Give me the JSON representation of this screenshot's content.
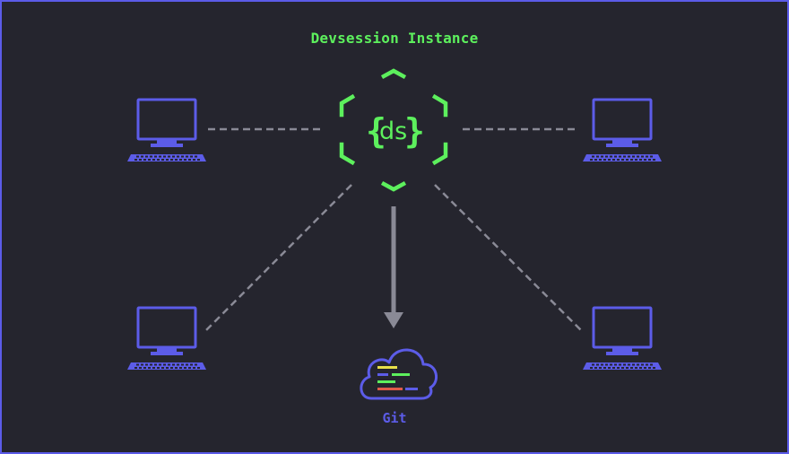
{
  "instance": {
    "title": "Devsession Instance",
    "logo_text": "ds",
    "logo_brace_open": "{",
    "logo_brace_close": "}",
    "icon": "hexagon-logo-icon"
  },
  "git": {
    "label": "Git",
    "icon": "cloud-code-icon"
  },
  "clients": [
    {
      "icon": "desktop-computer-icon",
      "position": "top-left"
    },
    {
      "icon": "desktop-computer-icon",
      "position": "top-right"
    },
    {
      "icon": "desktop-computer-icon",
      "position": "bottom-left"
    },
    {
      "icon": "desktop-computer-icon",
      "position": "bottom-right"
    }
  ],
  "colors": {
    "background": "#25252e",
    "accent_green": "#5df05d",
    "accent_blue": "#5c5ce8",
    "connector_gray": "#8a8a96",
    "code_yellow": "#e8e04a",
    "code_red": "#e05a4a"
  }
}
